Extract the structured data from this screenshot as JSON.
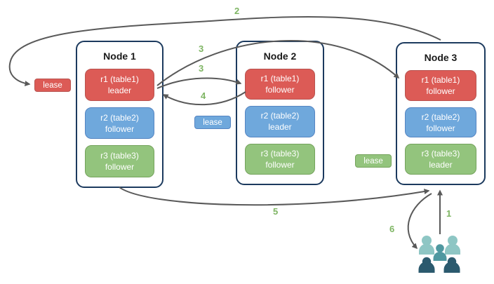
{
  "nodes": [
    {
      "title": "Node 1",
      "replicas": [
        {
          "name": "r1 (table1)",
          "role": "leader",
          "color": "red"
        },
        {
          "name": "r2 (table2)",
          "role": "follower",
          "color": "blue"
        },
        {
          "name": "r3 (table3)",
          "role": "follower",
          "color": "green"
        }
      ]
    },
    {
      "title": "Node 2",
      "replicas": [
        {
          "name": "r1 (table1)",
          "role": "follower",
          "color": "red"
        },
        {
          "name": "r2 (table2)",
          "role": "leader",
          "color": "blue"
        },
        {
          "name": "r3 (table3)",
          "role": "follower",
          "color": "green"
        }
      ]
    },
    {
      "title": "Node 3",
      "replicas": [
        {
          "name": "r1 (table1)",
          "role": "follower",
          "color": "red"
        },
        {
          "name": "r2 (table2)",
          "role": "follower",
          "color": "blue"
        },
        {
          "name": "r3 (table3)",
          "role": "leader",
          "color": "green"
        }
      ]
    }
  ],
  "leases": {
    "red": {
      "label": "lease"
    },
    "blue": {
      "label": "lease"
    },
    "green": {
      "label": "lease"
    }
  },
  "arrow_labels": {
    "a1": "1",
    "a2": "2",
    "a3_top": "3",
    "a3_mid": "3",
    "a4": "4",
    "a5": "5",
    "a6": "6"
  },
  "icons": {
    "users": "users-icon"
  },
  "colors": {
    "replica_red": "#dc5b56",
    "replica_red_border": "#b85450",
    "replica_blue": "#6fa8dc",
    "replica_blue_border": "#5585c2",
    "replica_green": "#93c47d",
    "replica_green_border": "#74a35c",
    "node_border": "#1c3a5e",
    "arrow": "#595959",
    "step_number": "#7eb563",
    "people_light": "#8ec6c4",
    "people_mid": "#4f98a0",
    "people_dark": "#2b5a6e"
  }
}
